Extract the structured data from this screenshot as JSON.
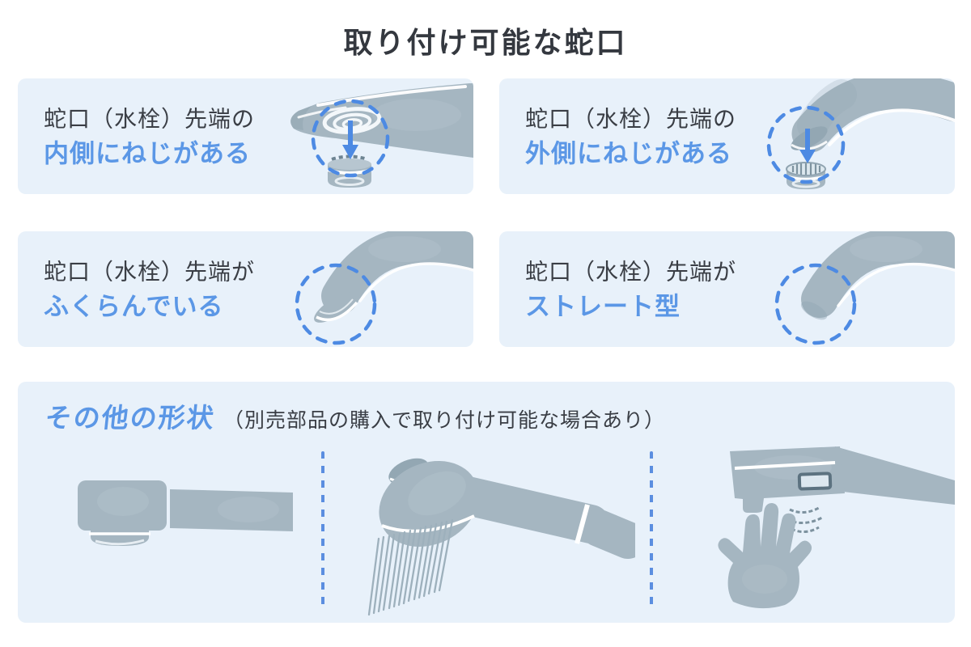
{
  "title": "取り付け可能な蛇口",
  "colors": {
    "accent_blue_text": "#5b97e6",
    "dashed_blue": "#4d8ae3",
    "panel_background": "#e8f1fa",
    "text_dark": "#3a3e45",
    "illustration_gray": "#a5b6c1"
  },
  "panels": [
    {
      "line1": "蛇口（水栓）先端の",
      "line2": "内側にねじがある",
      "icon": "faucet-inner-thread-icon"
    },
    {
      "line1": "蛇口（水栓）先端の",
      "line2": "外側にねじがある",
      "icon": "faucet-outer-thread-icon"
    },
    {
      "line1": "蛇口（水栓）先端が",
      "line2": "ふくらんでいる",
      "icon": "faucet-bulged-tip-icon"
    },
    {
      "line1": "蛇口（水栓）先端が",
      "line2": "ストレート型",
      "icon": "faucet-straight-tip-icon"
    }
  ],
  "other_shapes": {
    "heading": "その他の形状",
    "note": "（別売部品の購入で取り付け可能な場合あり）",
    "illustrations": [
      "pullout-spray-faucet-icon",
      "hand-shower-icon",
      "sensor-faucet-icon"
    ]
  }
}
